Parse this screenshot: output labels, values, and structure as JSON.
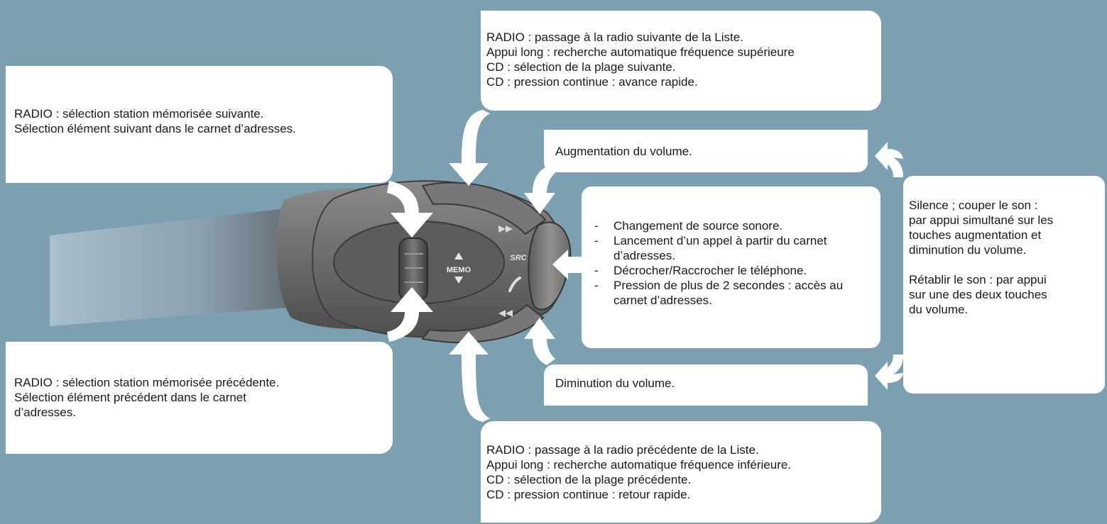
{
  "labels": {
    "next_station": [
      "RADIO : sélection station mémorisée suivante.",
      "Sélection élément suivant dans le carnet d’adresses."
    ],
    "prev_station": [
      "RADIO : sélection station mémorisée précédente.",
      "Sélection élément précédent dans le carnet",
      "d’adresses."
    ],
    "seek_up": [
      "RADIO : passage à la radio suivante de la Liste.",
      "Appui long : recherche automatique fréquence supérieure",
      "CD : sélection de la plage suivante.",
      "CD : pression continue : avance rapide."
    ],
    "seek_down": [
      "RADIO : passage à la radio précédente de la Liste.",
      "Appui long : recherche automatique fréquence inférieure.",
      "CD : sélection de la plage précédente.",
      "CD : pression continue : retour rapide."
    ],
    "volume_up": "Augmentation du volume.",
    "volume_down": "Diminution du volume.",
    "src_button": [
      "Changement de source sonore.",
      "Lancement d’un appel à partir du carnet d’adresses.",
      "Décrocher/Raccrocher le téléphone.",
      "Pression de plus de 2 secondes : accès au carnet d’adresses."
    ],
    "mute": {
      "para1": [
        "Silence ; couper le son :",
        "par appui simultané sur les",
        "touches augmentation et",
        "diminution du volume."
      ],
      "para2": [
        "Rétablir le son : par appui",
        "sur une des deux touches",
        "du volume."
      ]
    }
  },
  "stalk_markings": {
    "memo": "MEMO",
    "src": "SRC"
  },
  "colors": {
    "background": "#7d9fb2",
    "box": "#ffffff",
    "stalk": "#6e6e6e"
  }
}
